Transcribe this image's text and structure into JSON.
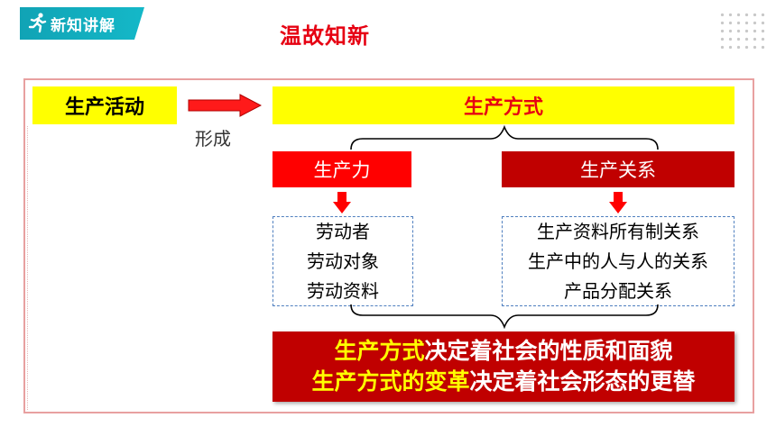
{
  "header": {
    "section_badge": "新知讲解",
    "title": "温故知新"
  },
  "diagram": {
    "activity": "生产活动",
    "form_label": "形成",
    "mode": "生产方式",
    "productive_forces": {
      "label": "生产力",
      "items": [
        "劳动者",
        "劳动对象",
        "劳动资料"
      ]
    },
    "relations": {
      "label": "生产关系",
      "items": [
        "生产资料所有制关系",
        "生产中的人与人的关系",
        "产品分配关系"
      ]
    },
    "summary": {
      "line1_highlight": "生产方式",
      "line1_rest": "决定着社会的性质和面貌",
      "line2_highlight": "生产方式的变革",
      "line2_rest": "决定着社会形态的更替"
    }
  },
  "colors": {
    "badge": "#14b8c8",
    "title": "#e60012",
    "highlight_yellow": "#ffff00",
    "force_red": "#ff0000",
    "relation_red": "#c00000"
  }
}
